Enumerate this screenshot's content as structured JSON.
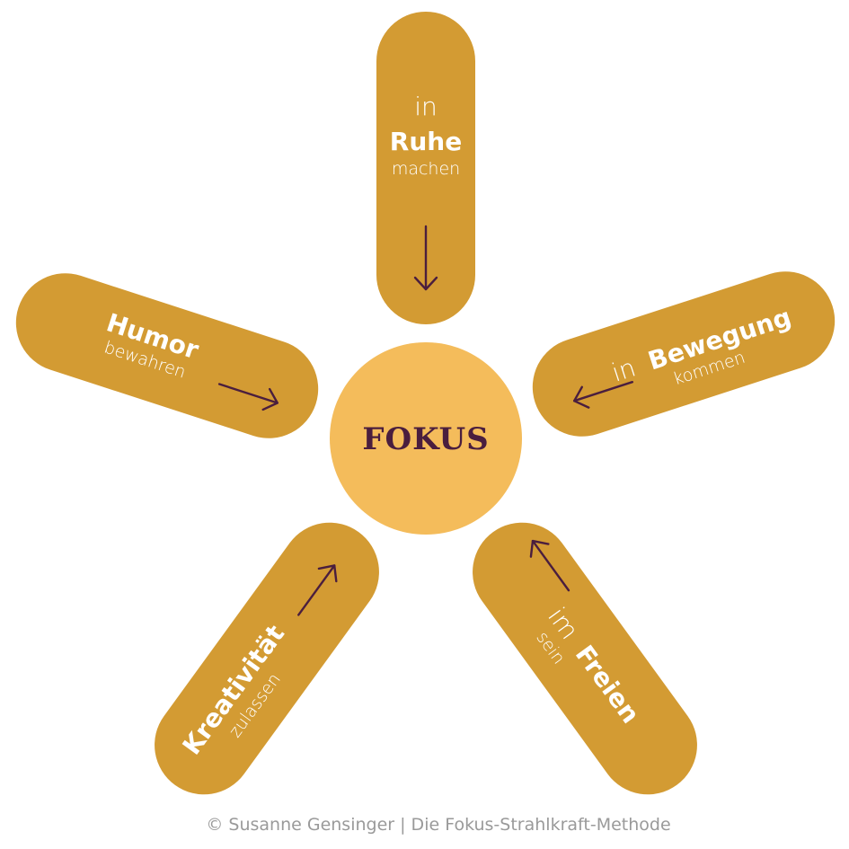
{
  "diagram": {
    "center": {
      "label": "FOKUS"
    },
    "rays": [
      {
        "id": "ruhe",
        "line1_prefix": "in",
        "line1_bold": "Ruhe",
        "line2": "machen"
      },
      {
        "id": "bewegung",
        "line1_prefix": "in",
        "line1_bold": "Bewegung",
        "line2": "kommen"
      },
      {
        "id": "freien",
        "line1_prefix": "im",
        "line1_bold": "Freien",
        "line2": "sein"
      },
      {
        "id": "kreativitaet",
        "line1_prefix": "",
        "line1_bold": "Kreativität",
        "line2": "zulassen"
      },
      {
        "id": "humor",
        "line1_prefix": "",
        "line1_bold": "Humor",
        "line2": "bewahren"
      }
    ]
  },
  "colors": {
    "ray": "#D39B33",
    "hub": "#F4BC5B",
    "hub_text": "#4A1E3E",
    "arrow": "#4A1E3E",
    "ray_text": "#FFFFFF",
    "footer_text": "#9A9A9A"
  },
  "footer": "© Susanne Gensinger | Die Fokus-Strahlkraft-Methode"
}
